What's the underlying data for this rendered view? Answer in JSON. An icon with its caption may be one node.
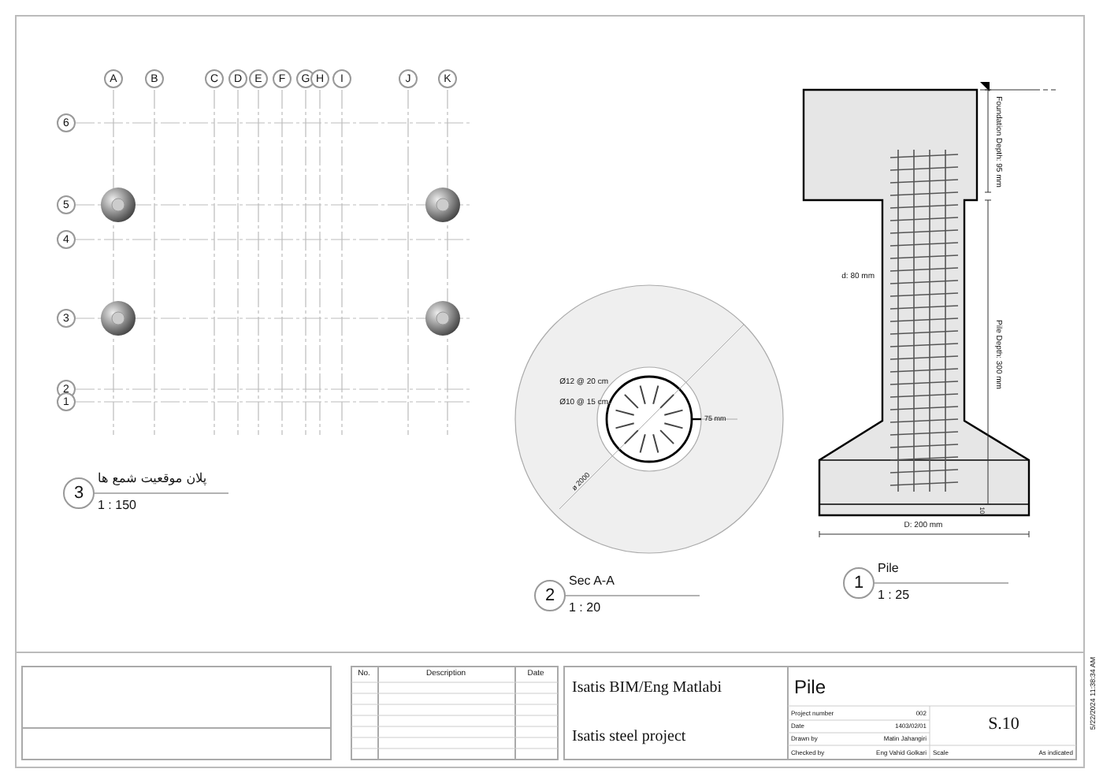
{
  "diagram": {
    "nodes": [
      {
        "text": [
          "A"
        ]
      },
      {
        "text": [
          "B"
        ]
      },
      {
        "text": [
          "C"
        ]
      },
      {
        "text": [
          "D"
        ]
      },
      {
        "text": [
          "E"
        ]
      },
      {
        "text": [
          "F"
        ]
      },
      {
        "text": [
          "G"
        ]
      },
      {
        "text": [
          "H"
        ]
      },
      {
        "text": [
          "I"
        ]
      },
      {
        "text": [
          "J"
        ]
      },
      {
        "text": [
          "K"
        ]
      },
      {
        "text": [
          "6"
        ]
      },
      {
        "text": [
          "5"
        ]
      },
      {
        "text": [
          "4"
        ]
      },
      {
        "text": [
          "3"
        ]
      },
      {
        "text": [
          "2"
        ]
      },
      {
        "text": [
          "1"
        ]
      },
      {
        "text": [
          "3"
        ],
        "beside": [
          "پلان موقعیت شمع ها",
          "1 : 150"
        ]
      },
      {
        "text": [
          "2"
        ],
        "beside": [
          "Sec A-A",
          "1 : 20"
        ]
      },
      {
        "text": [
          "1"
        ],
        "beside": [
          "Pile",
          "1 : 25"
        ]
      }
    ],
    "labels": [
      "Ø12 @ 20 cm",
      "Ø10 @ 15 cm",
      "75 mm",
      "ø 2000",
      "Foundation Depth: 95 mm",
      "d: 80 mm",
      "Pile Depth: 300 mm",
      "10",
      "D: 200 mm",
      "No.",
      "Description",
      "Date",
      "Isatis BIM/Eng Matlabi",
      "Isatis steel project",
      "Pile",
      "Project number",
      "002",
      "Date",
      "1403/02/01",
      "Drawn by",
      "Matin Jahangiri",
      "Checked by",
      "Eng Vahid Golkari",
      "S.10",
      "Scale",
      "As indicated",
      "5/22/2024 11:38:34 AM"
    ]
  }
}
